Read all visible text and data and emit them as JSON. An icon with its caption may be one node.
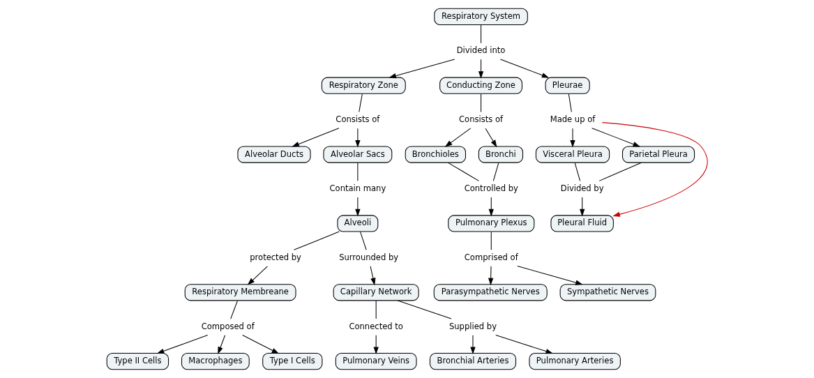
{
  "diagram": {
    "nodes": [
      {
        "text": [
          "Respiratory System"
        ]
      },
      {
        "text": [
          "Divided into"
        ]
      },
      {
        "text": [
          "Respiratory Zone"
        ]
      },
      {
        "text": [
          "Conducting Zone"
        ]
      },
      {
        "text": [
          "Pleurae"
        ]
      },
      {
        "text": [
          "Consists of"
        ]
      },
      {
        "text": [
          "Consists of"
        ]
      },
      {
        "text": [
          "Made up of"
        ]
      },
      {
        "text": [
          "Alveolar Ducts"
        ]
      },
      {
        "text": [
          "Alveolar Sacs"
        ]
      },
      {
        "text": [
          "Bronchioles"
        ]
      },
      {
        "text": [
          "Bronchi"
        ]
      },
      {
        "text": [
          "Visceral Pleura"
        ]
      },
      {
        "text": [
          "Parietal Pleura"
        ]
      },
      {
        "text": [
          "Contain many"
        ]
      },
      {
        "text": [
          "Controlled by"
        ]
      },
      {
        "text": [
          "Divided by"
        ]
      },
      {
        "text": [
          "Alveoli"
        ]
      },
      {
        "text": [
          "Pulmonary Plexus"
        ]
      },
      {
        "text": [
          "Pleural Fluid"
        ]
      },
      {
        "text": [
          "protected by"
        ]
      },
      {
        "text": [
          "Surrounded by"
        ]
      },
      {
        "text": [
          "Comprised of"
        ]
      },
      {
        "text": [
          "Respiratory Membreane"
        ]
      },
      {
        "text": [
          "Capillary Network"
        ]
      },
      {
        "text": [
          "Parasympathetic Nerves"
        ]
      },
      {
        "text": [
          "Sympathetic Nerves"
        ]
      },
      {
        "text": [
          "Composed of"
        ]
      },
      {
        "text": [
          "Connected to"
        ]
      },
      {
        "text": [
          "Supplied by"
        ]
      },
      {
        "text": [
          "Type II Cells"
        ]
      },
      {
        "text": [
          "Macrophages"
        ]
      },
      {
        "text": [
          "Type I Cells"
        ]
      },
      {
        "text": [
          "Pulmonary Veins"
        ]
      },
      {
        "text": [
          "Bronchial Arteries"
        ]
      },
      {
        "text": [
          "Pulmonary Arteries"
        ]
      }
    ],
    "edges": [
      {
        "from": 0,
        "to": 1,
        "arrow": "none"
      },
      {
        "from": 1,
        "to": 2,
        "arrow": "to"
      },
      {
        "from": 1,
        "to": 3,
        "arrow": "to"
      },
      {
        "from": 1,
        "to": 4,
        "arrow": "to"
      },
      {
        "from": 2,
        "to": 5,
        "arrow": "none"
      },
      {
        "from": 5,
        "to": 8,
        "arrow": "to"
      },
      {
        "from": 5,
        "to": 9,
        "arrow": "to"
      },
      {
        "from": 3,
        "to": 6,
        "arrow": "none"
      },
      {
        "from": 6,
        "to": 10,
        "arrow": "to"
      },
      {
        "from": 6,
        "to": 11,
        "arrow": "to"
      },
      {
        "from": 4,
        "to": 7,
        "arrow": "none"
      },
      {
        "from": 7,
        "to": 12,
        "arrow": "to"
      },
      {
        "from": 7,
        "to": 13,
        "arrow": "to"
      },
      {
        "from": 7,
        "to": 19,
        "arrow": "to",
        "color": "#cc0000"
      },
      {
        "from": 9,
        "to": 14,
        "arrow": "none"
      },
      {
        "from": 14,
        "to": 17,
        "arrow": "to"
      },
      {
        "from": 10,
        "to": 15,
        "arrow": "none"
      },
      {
        "from": 11,
        "to": 15,
        "arrow": "none"
      },
      {
        "from": 15,
        "to": 18,
        "arrow": "to"
      },
      {
        "from": 12,
        "to": 16,
        "arrow": "none"
      },
      {
        "from": 13,
        "to": 16,
        "arrow": "none"
      },
      {
        "from": 16,
        "to": 19,
        "arrow": "to"
      },
      {
        "from": 17,
        "to": 20,
        "arrow": "none"
      },
      {
        "from": 17,
        "to": 21,
        "arrow": "none"
      },
      {
        "from": 20,
        "to": 23,
        "arrow": "to"
      },
      {
        "from": 21,
        "to": 24,
        "arrow": "to"
      },
      {
        "from": 18,
        "to": 22,
        "arrow": "none"
      },
      {
        "from": 22,
        "to": 25,
        "arrow": "to"
      },
      {
        "from": 22,
        "to": 26,
        "arrow": "to"
      },
      {
        "from": 23,
        "to": 27,
        "arrow": "none"
      },
      {
        "from": 27,
        "to": 30,
        "arrow": "to"
      },
      {
        "from": 27,
        "to": 31,
        "arrow": "to"
      },
      {
        "from": 27,
        "to": 32,
        "arrow": "to"
      },
      {
        "from": 24,
        "to": 28,
        "arrow": "none"
      },
      {
        "from": 24,
        "to": 29,
        "arrow": "none"
      },
      {
        "from": 28,
        "to": 33,
        "arrow": "to"
      },
      {
        "from": 29,
        "to": 34,
        "arrow": "to"
      },
      {
        "from": 29,
        "to": 35,
        "arrow": "to"
      }
    ]
  }
}
